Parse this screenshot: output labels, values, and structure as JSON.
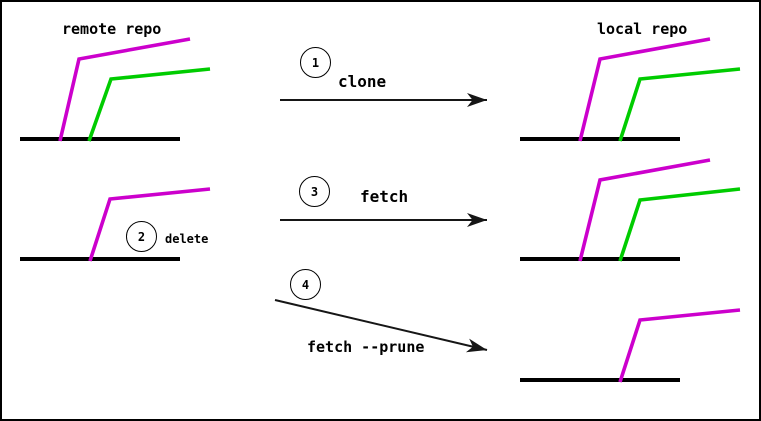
{
  "titles": {
    "remote_repo": "remote repo",
    "local_repo": "local repo"
  },
  "steps": [
    {
      "number": "1",
      "label": "clone"
    },
    {
      "number": "2",
      "label": "delete"
    },
    {
      "number": "3",
      "label": "fetch"
    },
    {
      "number": "4",
      "label": "fetch --prune"
    }
  ],
  "repo_states": [
    {
      "panel": "remote-repo-initial",
      "branches": [
        "magenta",
        "green"
      ]
    },
    {
      "panel": "local-repo-after-clone",
      "branches": [
        "magenta",
        "green"
      ]
    },
    {
      "panel": "remote-repo-after-delete",
      "branches": [
        "magenta"
      ]
    },
    {
      "panel": "local-repo-after-fetch",
      "branches": [
        "magenta",
        "green"
      ]
    },
    {
      "panel": "local-repo-after-prune",
      "branches": [
        "magenta"
      ]
    }
  ],
  "colors": {
    "branch_magenta": "#cc00cc",
    "branch_green": "#00cc00",
    "trunk": "#000000",
    "arrow": "#161616",
    "text": "#000000",
    "page_background": "#ffffff",
    "frame_border": "#000000"
  }
}
